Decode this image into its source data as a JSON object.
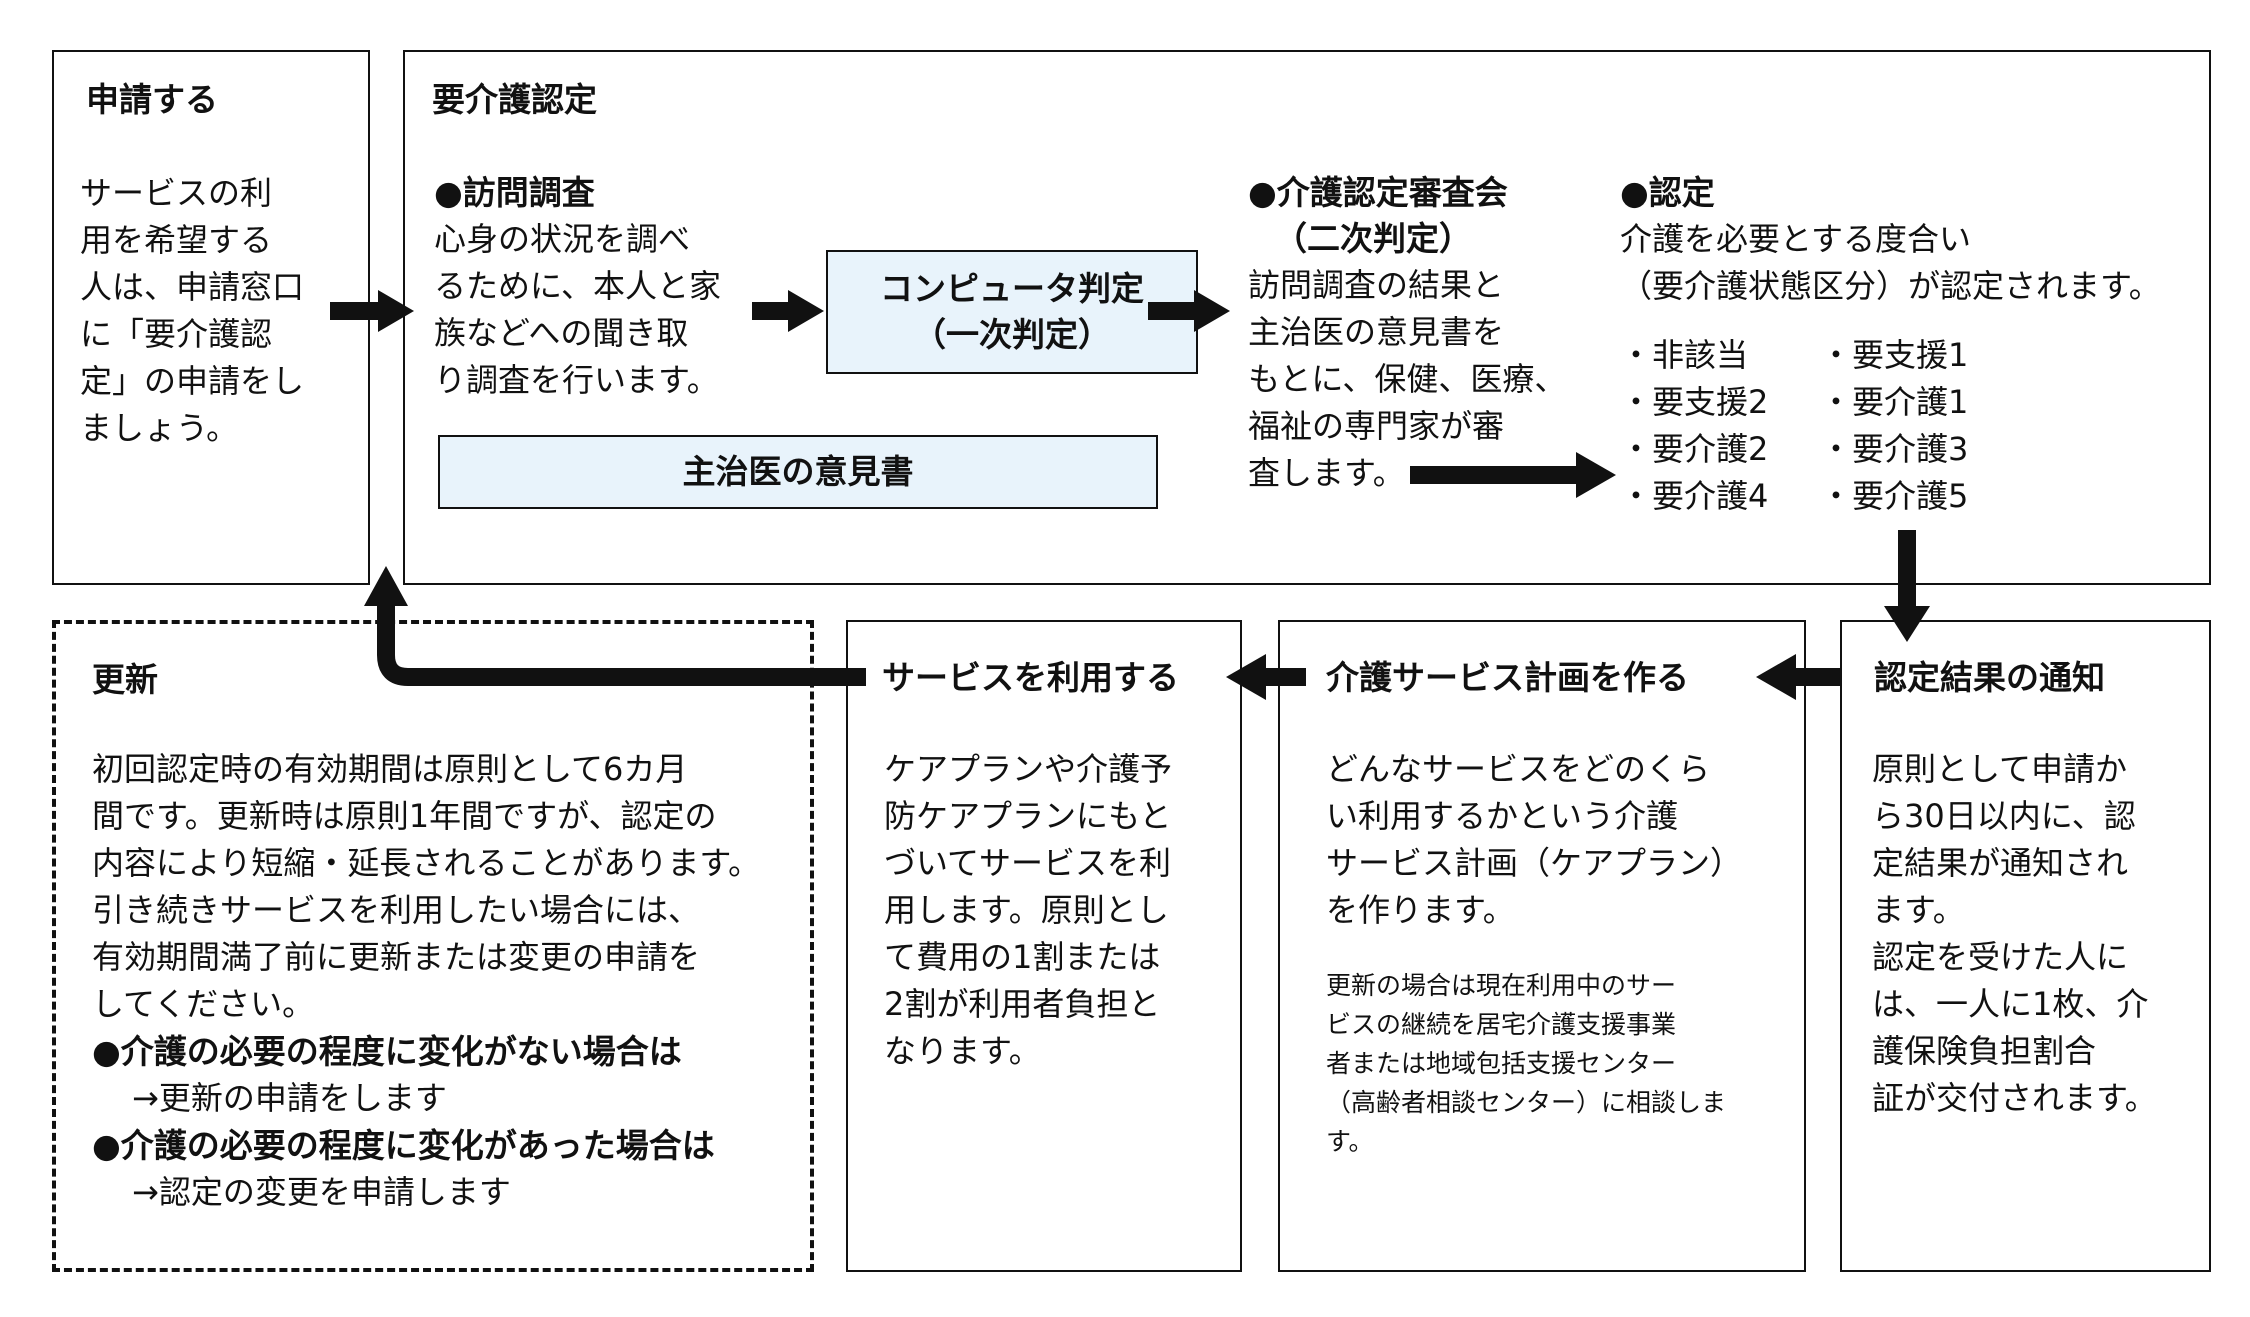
{
  "apply": {
    "title": "申請する",
    "lines": [
      "サービスの利",
      "用を希望する",
      "人は、申請窓口",
      "に「要介護認",
      "定」の申請をし",
      "ましょう。"
    ]
  },
  "certification": {
    "title": "要介護認定",
    "visit": {
      "heading": "●訪問調査",
      "lines": [
        "心身の状況を調べ",
        "るために、本人と家",
        "族などへの聞き取",
        "り調査を行います。"
      ]
    },
    "computer": {
      "line1": "コンピュータ判定",
      "line2": "（一次判定）"
    },
    "doctor_opinion": "主治医の意見書",
    "council": {
      "heading": "●介護認定審査会",
      "heading2": "（二次判定）",
      "lines": [
        "訪問調査の結果と",
        "主治医の意見書を",
        "もとに、保健、医療、",
        "福祉の専門家が審",
        "査します。"
      ]
    },
    "result": {
      "heading": "●認定",
      "lines": [
        "介護を必要とする度合い",
        "（要介護状態区分）が認定されます。"
      ],
      "levels_left": [
        "・非該当",
        "・要支援2",
        "・要介護2",
        "・要介護4"
      ],
      "levels_right": [
        "・要支援1",
        "・要介護1",
        "・要介護3",
        "・要介護5"
      ]
    }
  },
  "notice": {
    "title": "認定結果の通知",
    "lines": [
      "原則として申請か",
      "ら30日以内に、認",
      "定結果が通知され",
      "ます。",
      "認定を受けた人に",
      "は、一人に1枚、介",
      "護保険負担割合",
      "証が交付されます。"
    ]
  },
  "plan": {
    "title": "介護サービス計画を作る",
    "lines": [
      "どんなサービスをどのくら",
      "い利用するかという介護",
      "サービス計画（ケアプラン）",
      "を作ります。"
    ],
    "note_lines": [
      "更新の場合は現在利用中のサー",
      "ビスの継続を居宅介護支援事業",
      "者または地域包括支援センター",
      "（高齢者相談センター）に相談しま",
      "す。"
    ]
  },
  "use": {
    "title": "サービスを利用する",
    "lines": [
      "ケアプランや介護予",
      "防ケアプランにもと",
      "づいてサービスを利",
      "用します。原則とし",
      "て費用の1割または",
      "2割が利用者負担と",
      "なります。"
    ]
  },
  "renewal": {
    "title": "更新",
    "lines": [
      "初回認定時の有効期間は原則として6カ月",
      "間です。更新時は原則1年間ですが、認定の",
      "内容により短縮・延長されることがあります。",
      "引き続きサービスを利用したい場合には、",
      "有効期間満了前に更新または変更の申請を",
      "してください。"
    ],
    "case1_heading": "●介護の必要の程度に変化がない場合は",
    "case1_detail": "→更新の申請をします",
    "case2_heading": "●介護の必要の程度に変化があった場合は",
    "case2_detail": "→認定の変更を申請します"
  }
}
